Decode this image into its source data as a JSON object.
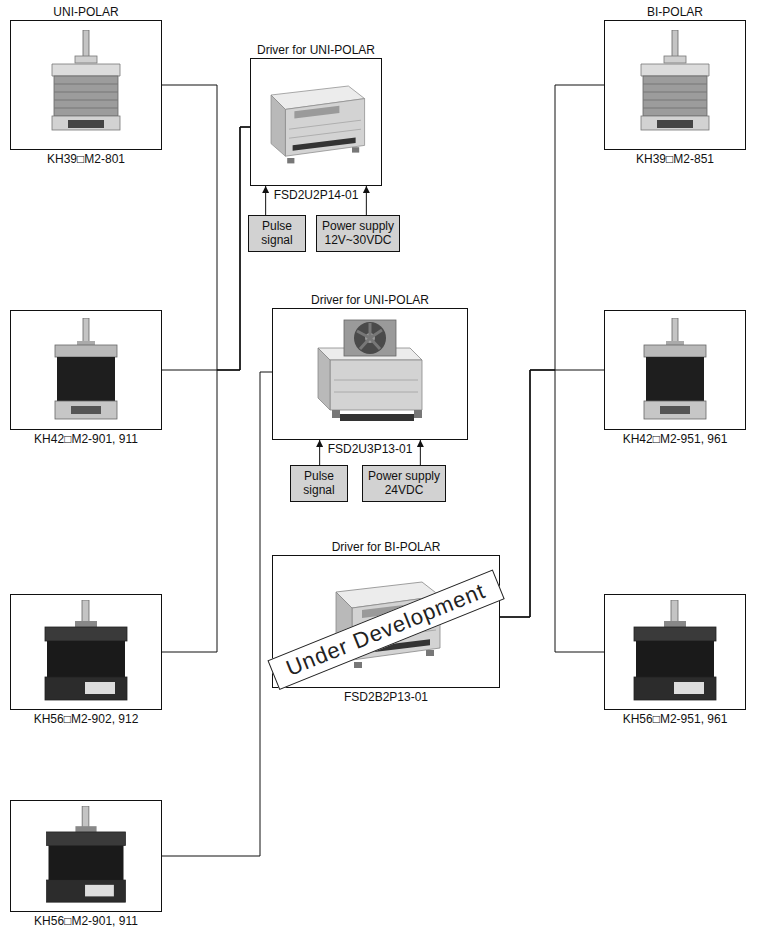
{
  "diagram": {
    "nodes": [
      {
        "text": [
          "UNI-POLAR",
          "KH39□M2-801"
        ]
      },
      {
        "text": [
          "Driver for UNI-POLAR",
          "FSD2U2P14-01"
        ]
      },
      {
        "text": [
          "BI-POLAR",
          "KH39□M2-851"
        ]
      },
      {
        "text": [
          "Pulse signal"
        ]
      },
      {
        "text": [
          "Power supply 12V~30VDC"
        ]
      },
      {
        "text": [
          "KH42□M2-901, 911"
        ]
      },
      {
        "text": [
          "Driver for UNI-POLAR",
          "FSD2U3P13-01"
        ]
      },
      {
        "text": [
          "KH42□M2-951, 961"
        ]
      },
      {
        "text": [
          "Pulse signal"
        ]
      },
      {
        "text": [
          "Power supply 24VDC"
        ]
      },
      {
        "text": [
          "Driver for BI-POLAR",
          "FSD2B2P13-01"
        ]
      },
      {
        "text": [
          "KH56□M2-902, 912"
        ]
      },
      {
        "text": [
          "KH56□M2-951, 961"
        ]
      },
      {
        "text": [
          "KH56□M2-901, 911"
        ]
      }
    ],
    "edges": [
      {
        "from": 0,
        "to": 1,
        "arrow": "none"
      },
      {
        "from": 5,
        "to": 1,
        "arrow": "none"
      },
      {
        "from": 11,
        "to": 1,
        "arrow": "none"
      },
      {
        "from": 3,
        "to": 1,
        "arrow": "to"
      },
      {
        "from": 4,
        "to": 1,
        "arrow": "to"
      },
      {
        "from": 13,
        "to": 6,
        "arrow": "none"
      },
      {
        "from": 8,
        "to": 6,
        "arrow": "to"
      },
      {
        "from": 9,
        "to": 6,
        "arrow": "to"
      },
      {
        "from": 10,
        "to": 2,
        "arrow": "none"
      },
      {
        "from": 10,
        "to": 7,
        "arrow": "none"
      },
      {
        "from": 10,
        "to": 12,
        "arrow": "none"
      }
    ],
    "labels": [
      "Under Development"
    ]
  }
}
